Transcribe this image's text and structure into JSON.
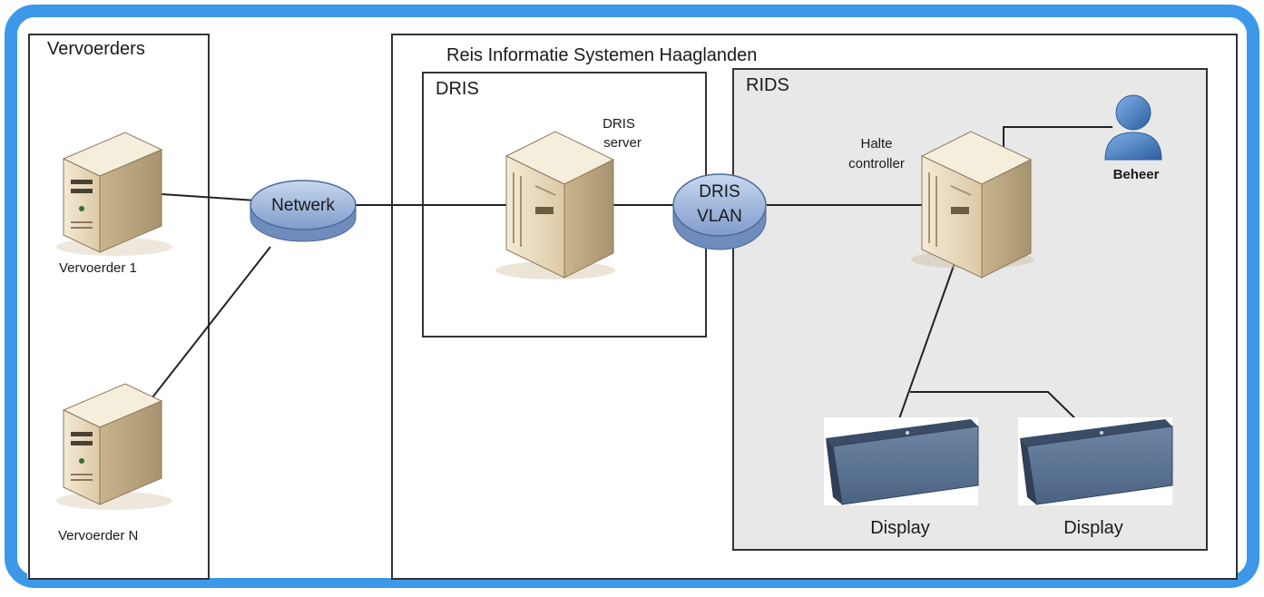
{
  "panels": {
    "carriers": {
      "title": "Vervoerders"
    },
    "ris": {
      "title": "Reis Informatie Systemen Haaglanden"
    },
    "dris": {
      "title": "DRIS"
    },
    "rids": {
      "title": "RIDS"
    }
  },
  "nodes": {
    "carrier_1": {
      "label": "Vervoerder 1",
      "icon": "tower-server-icon"
    },
    "carrier_n": {
      "label": "Vervoerder N",
      "icon": "tower-server-icon"
    },
    "network": {
      "label": "Netwerk",
      "icon": "network-hub-icon"
    },
    "dris_server": {
      "label_line1": "DRIS",
      "label_line2": "server",
      "icon": "server-cabinet-icon"
    },
    "dris_vlan": {
      "label_line1": "DRIS",
      "label_line2": "VLAN",
      "icon": "network-hub-icon"
    },
    "halte_controller": {
      "label_line1": "Halte",
      "label_line2": "controller",
      "icon": "server-cabinet-icon"
    },
    "beheer": {
      "label": "Beheer",
      "icon": "user-icon"
    },
    "display_1": {
      "label": "Display",
      "icon": "display-panel-icon"
    },
    "display_2": {
      "label": "Display",
      "icon": "display-panel-icon"
    }
  },
  "colors": {
    "border_blue": "#3d98ea",
    "rids_fill": "#e8e8e8",
    "hub_blue": "#9fb9dd",
    "server_beige": "#eadcc0",
    "display_blue": "#58708f",
    "user_blue": "#3f7cc4"
  }
}
